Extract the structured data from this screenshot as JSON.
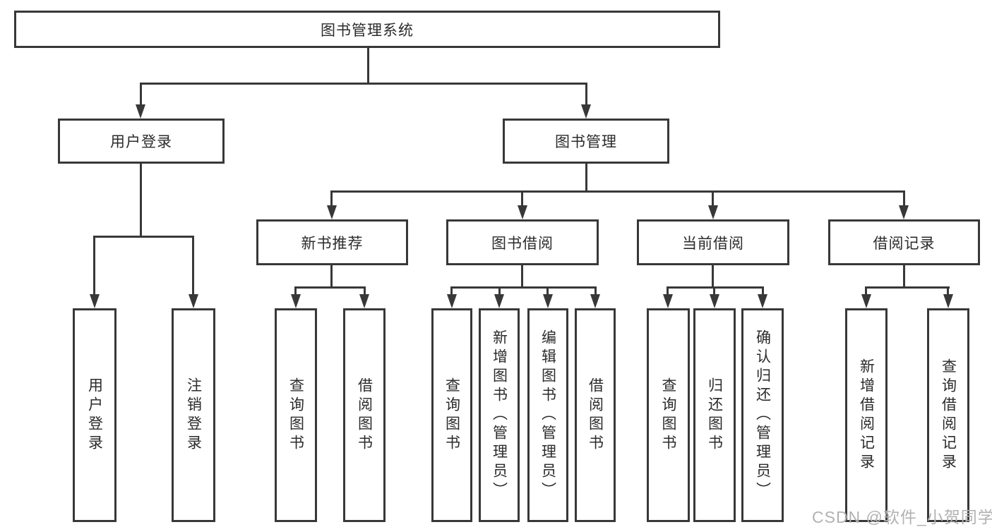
{
  "diagram_title": "图书管理系统",
  "colors": {
    "background": "#ffffff",
    "line": "#383838",
    "text": "#2b2b2b",
    "watermark": "#b2b2b2"
  },
  "nodes": {
    "root": {
      "label": "图书管理系统"
    },
    "level2": [
      {
        "label": "用户登录"
      },
      {
        "label": "图书管理"
      }
    ],
    "level3": [
      {
        "label": "新书推荐",
        "parent": "图书管理"
      },
      {
        "label": "图书借阅",
        "parent": "图书管理"
      },
      {
        "label": "当前借阅",
        "parent": "图书管理"
      },
      {
        "label": "借阅记录",
        "parent": "图书管理"
      }
    ],
    "leaves": [
      {
        "label": "用户登录",
        "parent": "用户登录"
      },
      {
        "label": "注销登录",
        "parent": "用户登录"
      },
      {
        "label": "查询图书",
        "parent": "新书推荐"
      },
      {
        "label": "借阅图书",
        "parent": "新书推荐"
      },
      {
        "label": "查询图书",
        "parent": "图书借阅"
      },
      {
        "label": "新增图书（管理员）",
        "parent": "图书借阅"
      },
      {
        "label": "编辑图书（管理员）",
        "parent": "图书借阅"
      },
      {
        "label": "借阅图书",
        "parent": "图书借阅"
      },
      {
        "label": "查询图书",
        "parent": "当前借阅"
      },
      {
        "label": "归还图书",
        "parent": "当前借阅"
      },
      {
        "label": "确认归还（管理员）",
        "parent": "当前借阅"
      },
      {
        "label": "新增借阅记录",
        "parent": "借阅记录"
      },
      {
        "label": "查询借阅记录",
        "parent": "借阅记录"
      }
    ]
  },
  "watermark": {
    "text": "CSDN @软件_小贺同学"
  }
}
